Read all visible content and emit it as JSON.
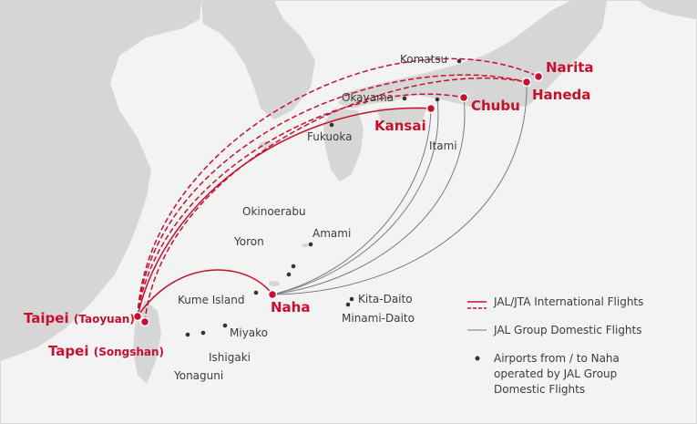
{
  "colors": {
    "sea": "#f3f3f3",
    "land": "#d6d6d6",
    "accent": "#c8102e",
    "domestic_line": "#7a7a7a",
    "dot": "#333333"
  },
  "hubs": {
    "narita": "Narita",
    "haneda": "Haneda",
    "chubu": "Chubu",
    "kansai": "Kansai",
    "naha": "Naha",
    "taipei_main": "Taipei",
    "taipei_sub": "(Taoyuan)",
    "tapei_main": "Tapei",
    "tapei_sub": "(Songshan)"
  },
  "airports": {
    "komatsu": "Komatsu",
    "okayama": "Okayama",
    "fukuoka": "Fukuoka",
    "itami": "Itami",
    "okinoerabu": "Okinoerabu",
    "amami": "Amami",
    "yoron": "Yoron",
    "kume": "Kume Island",
    "kita_daito": "Kita-Daito",
    "minami_daito": "Minami-Daito",
    "miyako": "Miyako",
    "ishigaki": "Ishigaki",
    "yonaguni": "Yonaguni"
  },
  "legend": {
    "international": "JAL/JTA International Flights",
    "domestic": "JAL Group Domestic Flights",
    "airports_line1": "Airports from / to Naha",
    "airports_line2": "operated by JAL Group",
    "airports_line3": "Domestic Flights"
  }
}
